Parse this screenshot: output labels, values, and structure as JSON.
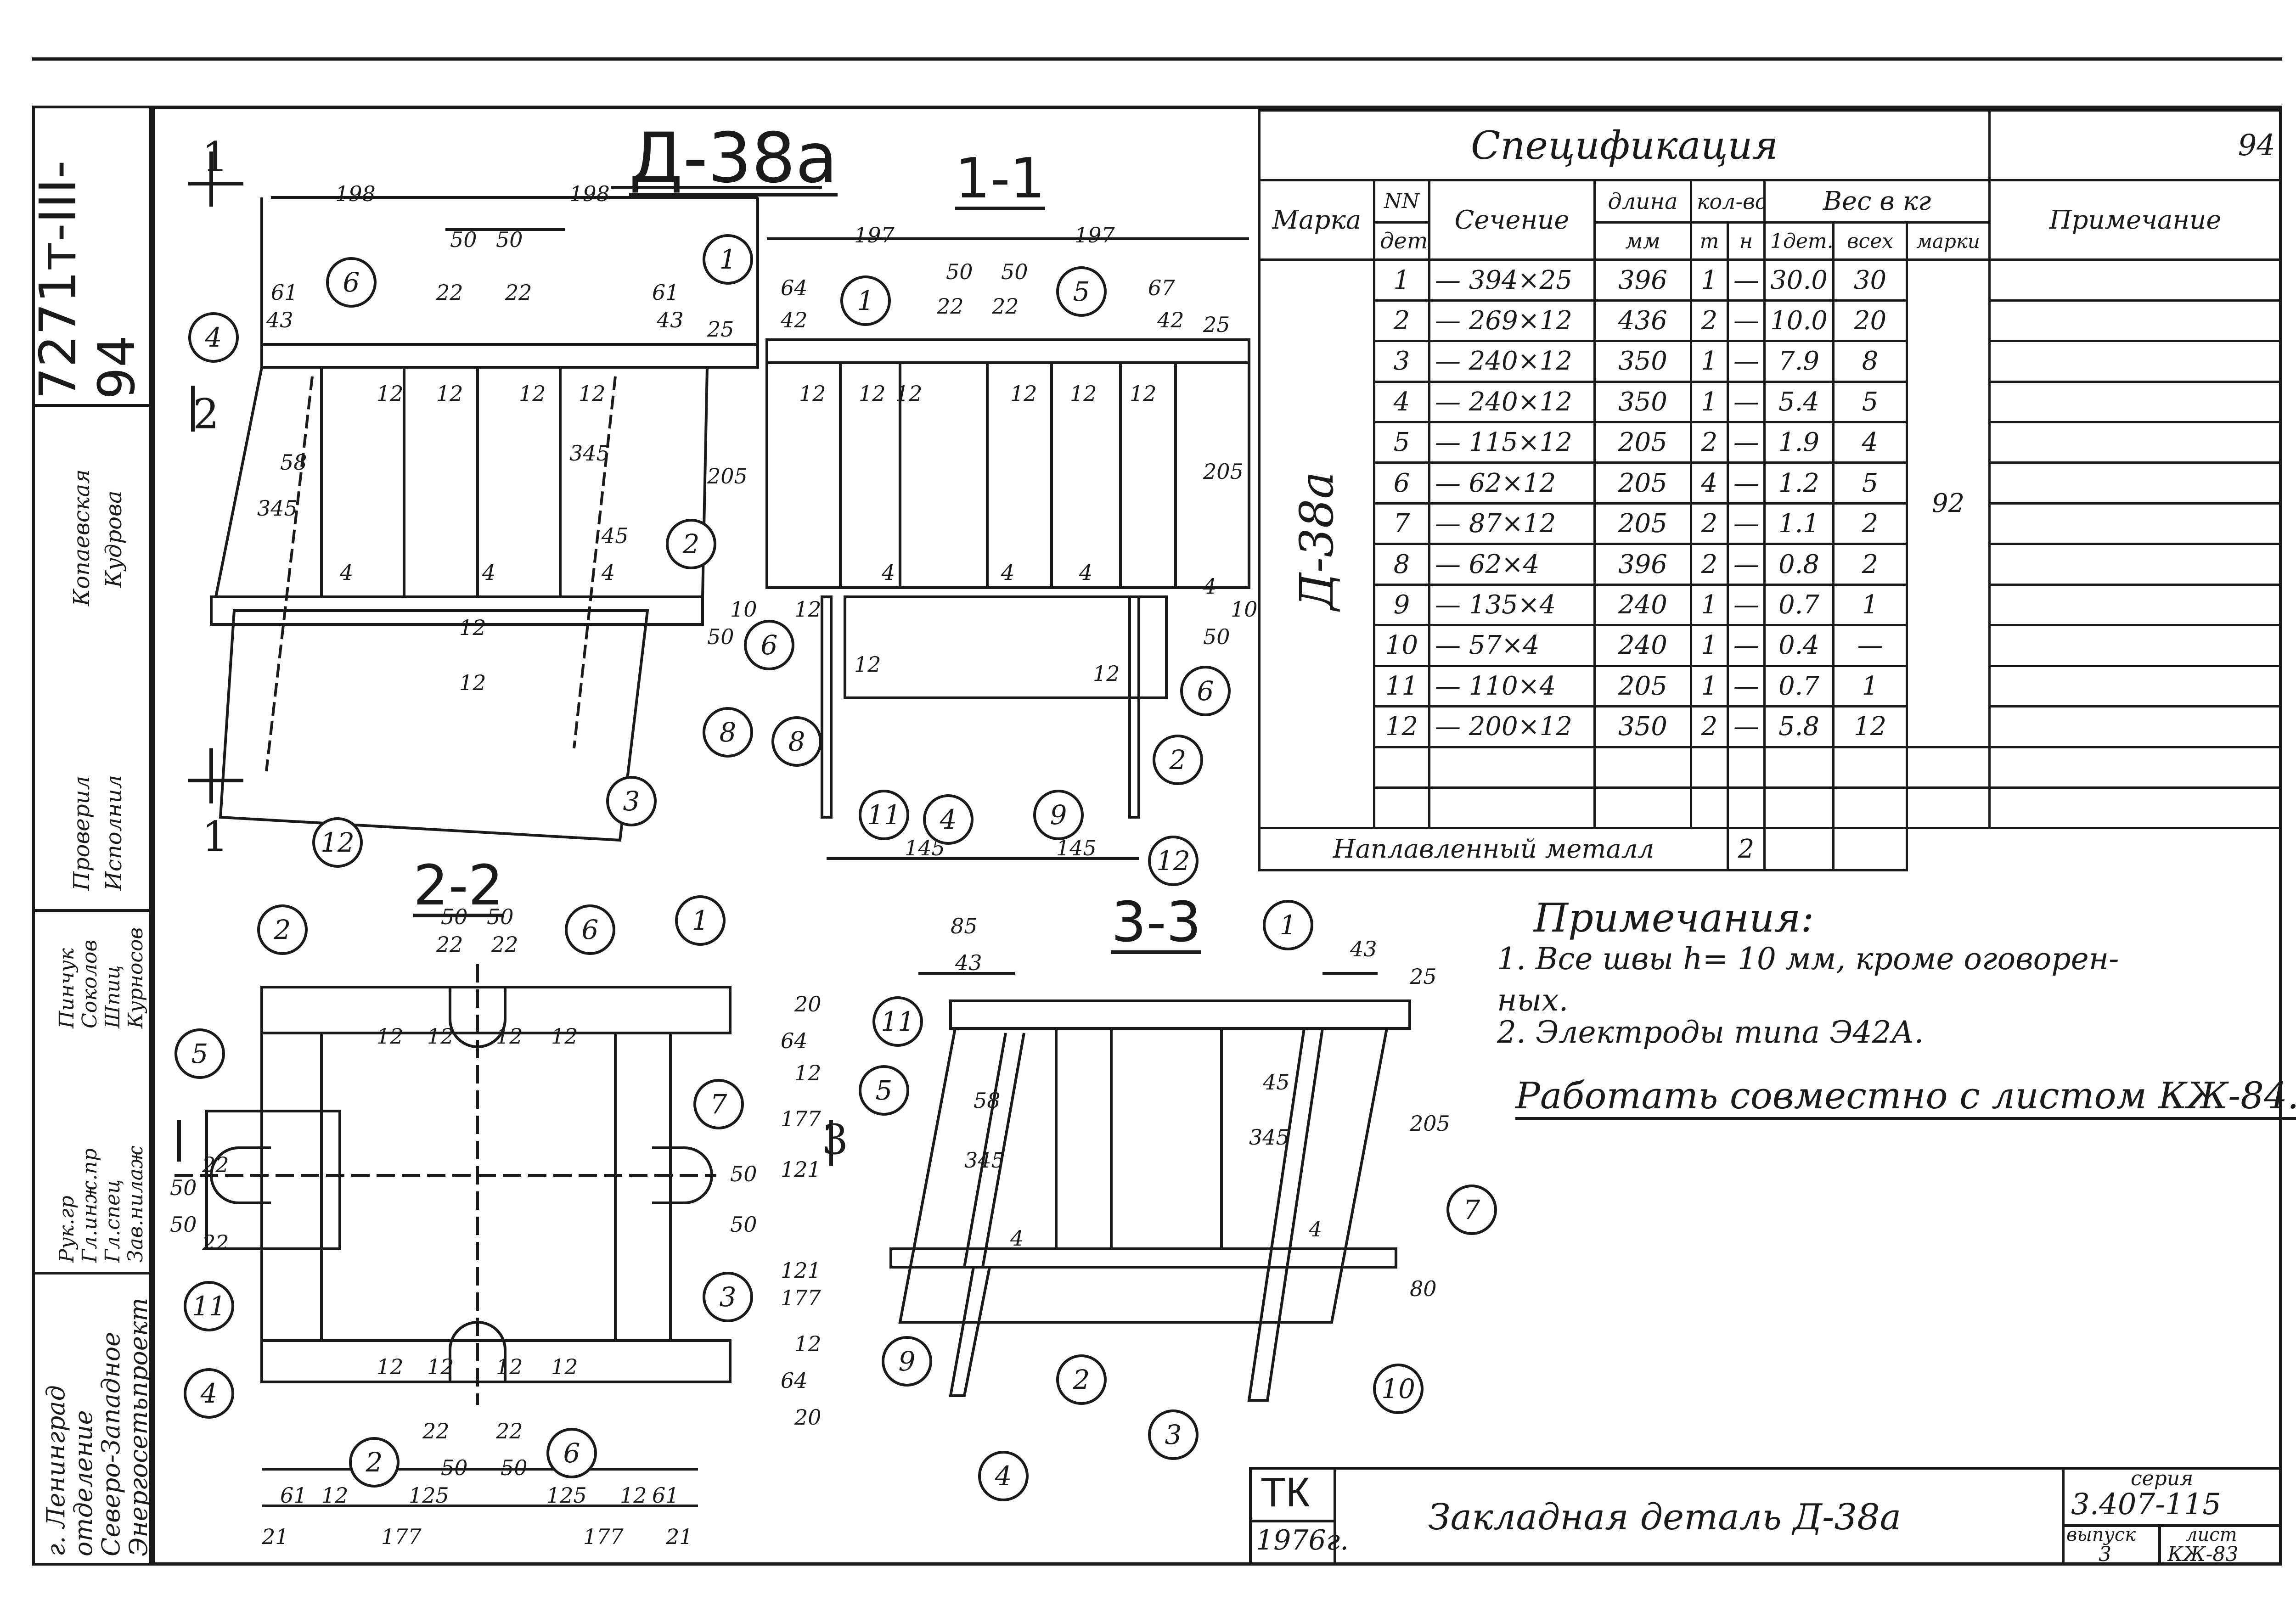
{
  "sheet": {
    "page_number": "94",
    "doc_code": "7271т-III-94"
  },
  "drawing": {
    "title": "Д-38а",
    "sections": [
      "1-1",
      "2-2",
      "3-3"
    ],
    "section_markers": [
      "1",
      "1",
      "2",
      "3"
    ],
    "dims_main": [
      "198",
      "198",
      "50",
      "50",
      "61",
      "43",
      "22",
      "22",
      "61",
      "43",
      "25",
      "12",
      "12",
      "12",
      "12",
      "58",
      "345",
      "345",
      "45",
      "205",
      "4",
      "4",
      "4",
      "12",
      "12",
      "10",
      "50"
    ],
    "dims_11": [
      "197",
      "197",
      "50",
      "50",
      "64",
      "42",
      "22",
      "22",
      "67",
      "42",
      "25",
      "12",
      "12",
      "12",
      "12",
      "12",
      "12",
      "205",
      "4",
      "4",
      "4",
      "4",
      "12",
      "12",
      "12",
      "10",
      "50",
      "145",
      "145"
    ],
    "dims_22": [
      "50",
      "50",
      "22",
      "22",
      "12",
      "12",
      "12",
      "12",
      "20",
      "64",
      "12",
      "177",
      "121",
      "50",
      "50",
      "22",
      "22",
      "50",
      "50",
      "121",
      "177",
      "12",
      "64",
      "20",
      "12",
      "12",
      "12",
      "12",
      "22",
      "22",
      "50",
      "50",
      "61",
      "12",
      "125",
      "125",
      "12",
      "61",
      "21",
      "177",
      "177",
      "21"
    ],
    "dims_33": [
      "85",
      "43",
      "43",
      "25",
      "58",
      "345",
      "345",
      "45",
      "205",
      "4",
      "4",
      "80"
    ],
    "callouts_main": [
      "1",
      "6",
      "4",
      "2",
      "8",
      "3",
      "12"
    ],
    "callouts_11": [
      "1",
      "5",
      "6",
      "8",
      "11",
      "4",
      "9",
      "2",
      "6",
      "12"
    ],
    "callouts_22": [
      "2",
      "6",
      "1",
      "5",
      "7",
      "11",
      "3",
      "4",
      "2",
      "6"
    ],
    "callouts_33": [
      "1",
      "11",
      "5",
      "7",
      "9",
      "2",
      "3",
      "10",
      "4"
    ]
  },
  "spec": {
    "title": "Спецификация",
    "headers": {
      "marka": "Марка",
      "nn": "NN",
      "det": "дет.",
      "section": "Сечение",
      "length": "длина",
      "length_unit": "мм",
      "qty": "кол-во",
      "qty_t": "т",
      "qty_n": "н",
      "weight": "Вес в кг",
      "w_one": "1дет.",
      "w_all": "всех",
      "w_mark": "марки",
      "note": "Примечание"
    },
    "mark": "Д-38а",
    "mark_weight": "92",
    "rows": [
      {
        "n": "1",
        "sec": "— 394×25",
        "len": "396",
        "t": "1",
        "h": "—",
        "w1": "30.0",
        "wa": "30"
      },
      {
        "n": "2",
        "sec": "— 269×12",
        "len": "436",
        "t": "2",
        "h": "—",
        "w1": "10.0",
        "wa": "20"
      },
      {
        "n": "3",
        "sec": "— 240×12",
        "len": "350",
        "t": "1",
        "h": "—",
        "w1": "7.9",
        "wa": "8"
      },
      {
        "n": "4",
        "sec": "— 240×12",
        "len": "350",
        "t": "1",
        "h": "—",
        "w1": "5.4",
        "wa": "5"
      },
      {
        "n": "5",
        "sec": "— 115×12",
        "len": "205",
        "t": "2",
        "h": "—",
        "w1": "1.9",
        "wa": "4"
      },
      {
        "n": "6",
        "sec": "— 62×12",
        "len": "205",
        "t": "4",
        "h": "—",
        "w1": "1.2",
        "wa": "5"
      },
      {
        "n": "7",
        "sec": "— 87×12",
        "len": "205",
        "t": "2",
        "h": "—",
        "w1": "1.1",
        "wa": "2"
      },
      {
        "n": "8",
        "sec": "— 62×4",
        "len": "396",
        "t": "2",
        "h": "—",
        "w1": "0.8",
        "wa": "2"
      },
      {
        "n": "9",
        "sec": "— 135×4",
        "len": "240",
        "t": "1",
        "h": "—",
        "w1": "0.7",
        "wa": "1"
      },
      {
        "n": "10",
        "sec": "— 57×4",
        "len": "240",
        "t": "1",
        "h": "—",
        "w1": "0.4",
        "wa": "—"
      },
      {
        "n": "11",
        "sec": "— 110×4",
        "len": "205",
        "t": "1",
        "h": "—",
        "w1": "0.7",
        "wa": "1"
      },
      {
        "n": "12",
        "sec": "— 200×12",
        "len": "350",
        "t": "2",
        "h": "—",
        "w1": "5.8",
        "wa": "12"
      }
    ],
    "weld_label": "Наплавленный металл",
    "weld_value": "2"
  },
  "notes": {
    "heading": "Примечания:",
    "items": [
      "1. Все швы h= 10 мм, кроме оговорен-",
      "ных.",
      "2. Электроды типа Э42А."
    ],
    "work_with": "Работать совместно с листом КЖ-84."
  },
  "side_stamp": {
    "org": [
      "Энергосетьпроект",
      "Северо-Западное",
      "отделение",
      "г. Ленинград"
    ],
    "roles": [
      "Зав.нилаж",
      "Гл.спец",
      "Гл.инж.пр",
      "Рук.гр",
      "Исполнил",
      "Проверил"
    ],
    "names": [
      "Курносов",
      "Шпиц",
      "Соколов",
      "Пинчук",
      "Кудрова",
      "Копаевская"
    ]
  },
  "title_block": {
    "tk": "ТК",
    "year": "1976г.",
    "name": "Закладная деталь Д-38а",
    "series_label": "серия",
    "series": "3.407-115",
    "issue_label": "выпуск",
    "issue": "3",
    "sheet_label": "лист",
    "sheet": "КЖ-83"
  },
  "colors": {
    "ink": "#1a1a1a",
    "paper": "#ffffff"
  }
}
